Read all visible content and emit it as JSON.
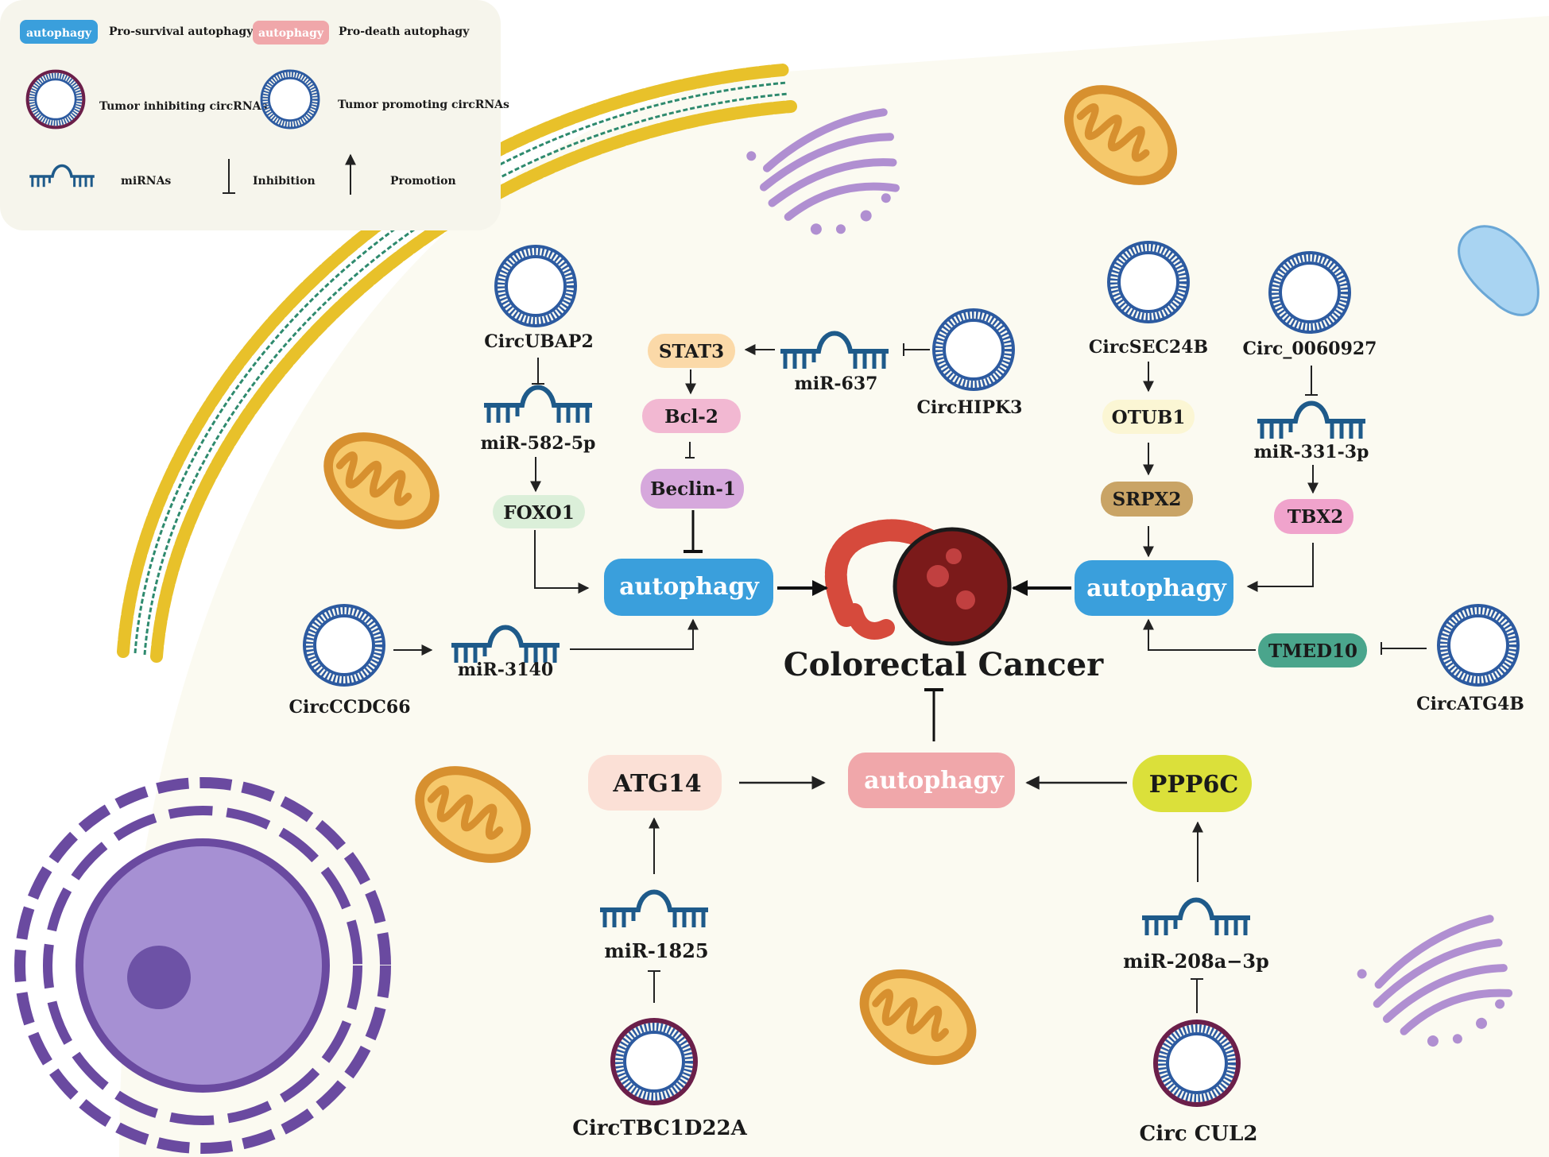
{
  "legend": {
    "pro_survival_badge": "autophagy",
    "pro_survival_text": "Pro-survival autophagy",
    "pro_death_badge": "autophagy",
    "pro_death_text": "Pro-death autophagy",
    "tumor_inhibiting": "Tumor inhibiting circRNAs",
    "tumor_promoting": "Tumor promoting circRNAs",
    "mirnas": "miRNAs",
    "inhibition": "Inhibition",
    "promotion": "Promotion"
  },
  "center": {
    "title": "Colorectal Cancer"
  },
  "left_pathway": {
    "circ_ubap2": "CircUBAP2",
    "mir_582": "miR-582-5p",
    "foxo1": "FOXO1",
    "stat3": "STAT3",
    "bcl2": "Bcl-2",
    "beclin1": "Beclin-1",
    "mir_637": "miR-637",
    "circ_hipk3": "CircHIPK3",
    "autophagy": "autophagy",
    "circ_ccdc66": "CircCCDC66",
    "mir_3140": "miR-3140"
  },
  "right_pathway": {
    "circ_sec24b": "CircSEC24B",
    "otub1": "OTUB1",
    "srpx2": "SRPX2",
    "circ_0060927": "Circ_0060927",
    "mir_331": "miR-331-3p",
    "tbx2": "TBX2",
    "autophagy": "autophagy",
    "tmed10": "TMED10",
    "circ_atg4b": "CircATG4B"
  },
  "bottom_pathway": {
    "atg14": "ATG14",
    "autophagy": "autophagy",
    "ppp6c": "PPP6C",
    "mir_1825": "miR-1825",
    "circ_tbc1d22a": "CircTBC1D22A",
    "mir_208a": "miR-208a−3p",
    "circ_cul2": "Circ CUL2"
  },
  "colors": {
    "pro_survival": "#3a9fdc",
    "pro_death": "#f0a7aa",
    "tumor_promoting_ring": "#2c5aa0",
    "tumor_inhibiting_ring": "#6b1f4a",
    "mirna": "#1e5a8a",
    "membrane_head": "#e8c12a",
    "background": "#fbfaf1"
  }
}
